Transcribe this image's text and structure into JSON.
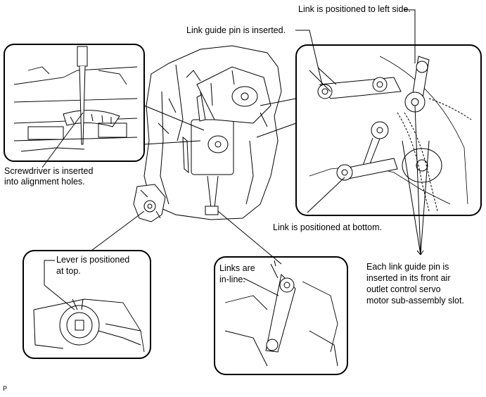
{
  "callouts": {
    "link_left": "Link is positioned to left side.",
    "guide_pin": "Link guide pin is inserted.",
    "screwdriver": [
      "Screwdriver is inserted",
      "into alignment holes."
    ],
    "link_bottom": "Link is positioned at bottom.",
    "lever_top": [
      "Lever is positioned",
      "at top."
    ],
    "links_inline": [
      "Links are",
      "in-line."
    ],
    "each_pin": [
      "Each link guide pin is",
      "inserted in its front air",
      "outlet control servo",
      "motor sub-assembly slot."
    ]
  },
  "figure_code": "P"
}
